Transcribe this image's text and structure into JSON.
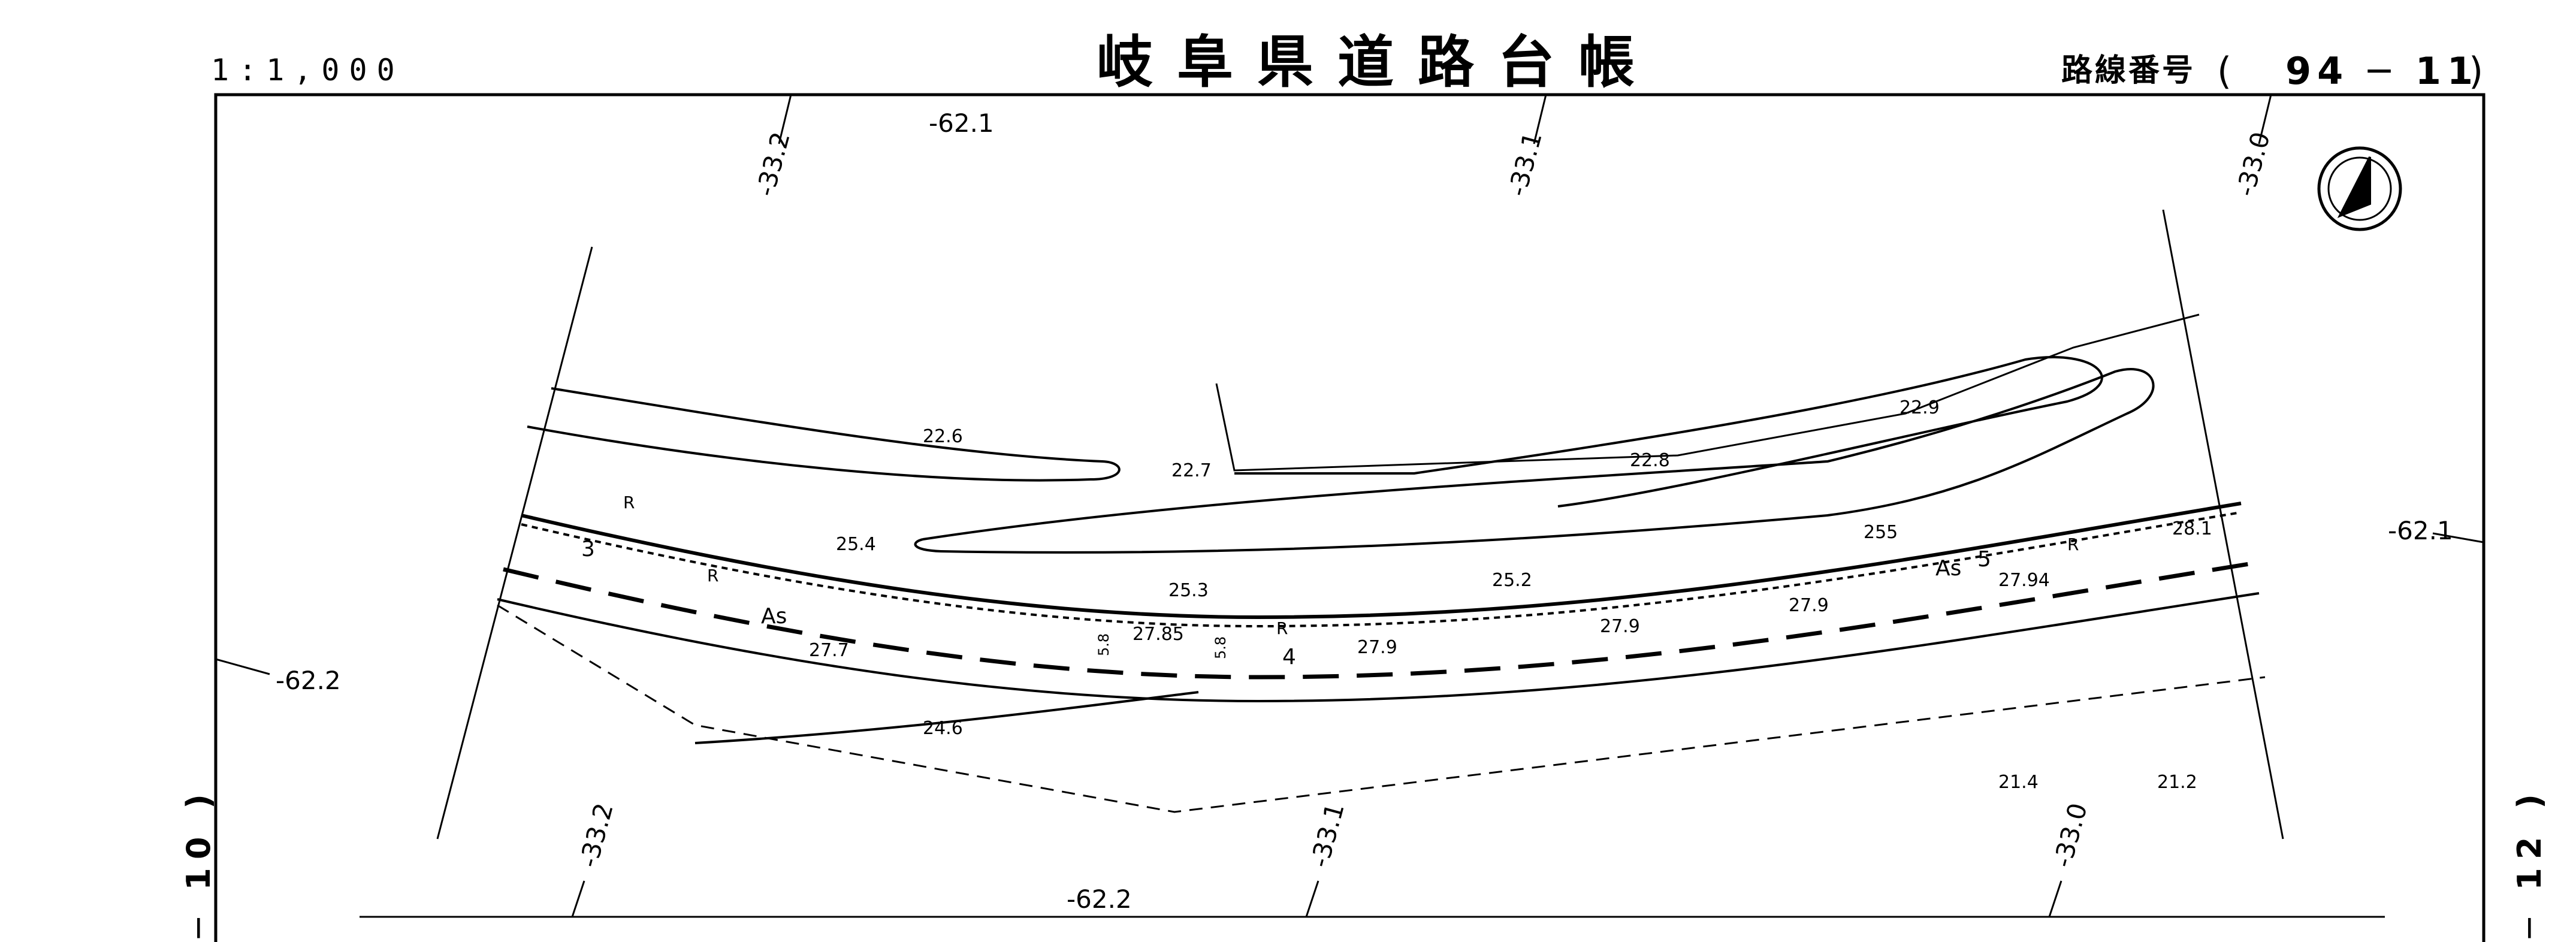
{
  "sheet": {
    "scale": "1:1,000",
    "title": "岐阜県道路台帳",
    "route_label": "路線番号",
    "route_number": "94 ─ 11",
    "bracket_open": "(",
    "bracket_close": ")",
    "adjacent_left": "─ 10 )",
    "adjacent_right": "─ 12 )"
  },
  "grid_labels": {
    "top_left": "-33.2",
    "top_mid": "-33.1",
    "top_right": "-33.0",
    "top_ref": "-62.1",
    "left_ref": "-62.2",
    "right_ref": "-62.1",
    "bottom_left": "-33.2",
    "bottom_mid": "-33.1",
    "bottom_right": "-33.0",
    "bottom_ref": "-62.2"
  },
  "elevations": {
    "e226": "22.6",
    "e227": "22.7",
    "e228": "22.8",
    "e229": "22.9",
    "e254": "25.4",
    "e253": "25.3",
    "e252": "25.2",
    "e255": "255",
    "e281": "28.1",
    "e2794": "27.94",
    "e277": "27.7",
    "e2785": "27.85",
    "e279a": "27.9",
    "e279b": "27.9",
    "e279c": "27.9",
    "e246": "24.6",
    "e214": "21.4",
    "e212": "21.2"
  },
  "road_marks": {
    "station_3": "3",
    "station_4": "4",
    "station_5": "5",
    "surface_as_left": "As",
    "surface_as_right": "As",
    "rail_r1": "R",
    "rail_r2": "R",
    "rail_r3": "R",
    "rail_r4": "R",
    "width_a": "5.8",
    "width_b": "5.8"
  },
  "north_arrow": "north-arrow-icon"
}
